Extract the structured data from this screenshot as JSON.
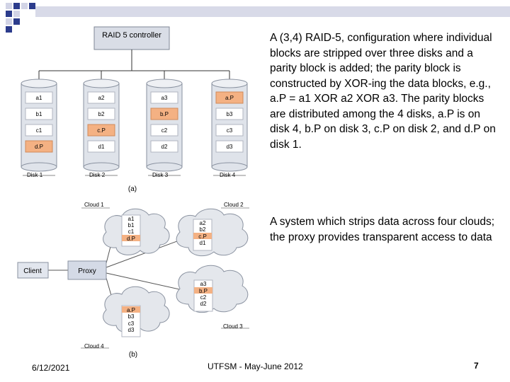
{
  "raid": {
    "controller_label": "RAID 5 controller",
    "disks": [
      {
        "label": "Disk 1",
        "blocks": [
          "a1",
          "b1",
          "c1",
          "d.P"
        ]
      },
      {
        "label": "Disk 2",
        "blocks": [
          "a2",
          "b2",
          "c.P",
          "d1"
        ]
      },
      {
        "label": "Disk 3",
        "blocks": [
          "a3",
          "b.P",
          "c2",
          "d2"
        ]
      },
      {
        "label": "Disk 4",
        "blocks": [
          "a.P",
          "b3",
          "c3",
          "d3"
        ]
      }
    ],
    "caption": "(a)"
  },
  "clouds": {
    "client_label": "Client",
    "proxy_label": "Proxy",
    "cloud1": {
      "label": "Cloud 1",
      "blocks": [
        "a1",
        "b1",
        "c1",
        "d.P"
      ]
    },
    "cloud2": {
      "label": "Cloud 2",
      "blocks": [
        "a2",
        "b2",
        "c.P",
        "d1"
      ]
    },
    "cloud3": {
      "label": "Cloud 3",
      "blocks": [
        "a3",
        "b.P",
        "c2",
        "d2"
      ]
    },
    "cloud4": {
      "label": "Cloud 4",
      "blocks": [
        "a.P",
        "b3",
        "c3",
        "d3"
      ]
    },
    "caption": "(b)"
  },
  "text": {
    "raid_description": "A (3,4) RAID-5, configuration where individual blocks are stripped over three disks and a parity block is added; the parity block is constructed by XOR-ing the data blocks, e.g., a.P = a1 XOR a2 XOR a3. The parity blocks are distributed among the 4 disks, a.P is on disk 4, b.P on disk 3, c.P on disk 2, and d.P on disk 1.",
    "cloud_description": "A system which strips data  across four clouds; the proxy provides transparent access to data"
  },
  "footer": {
    "date": "6/12/2021",
    "center": "UTFSM - May-June 2012",
    "page": "7"
  },
  "colors": {
    "parity": "#f4b183",
    "block": "#ffffff",
    "accent": "#2c3c8c"
  }
}
